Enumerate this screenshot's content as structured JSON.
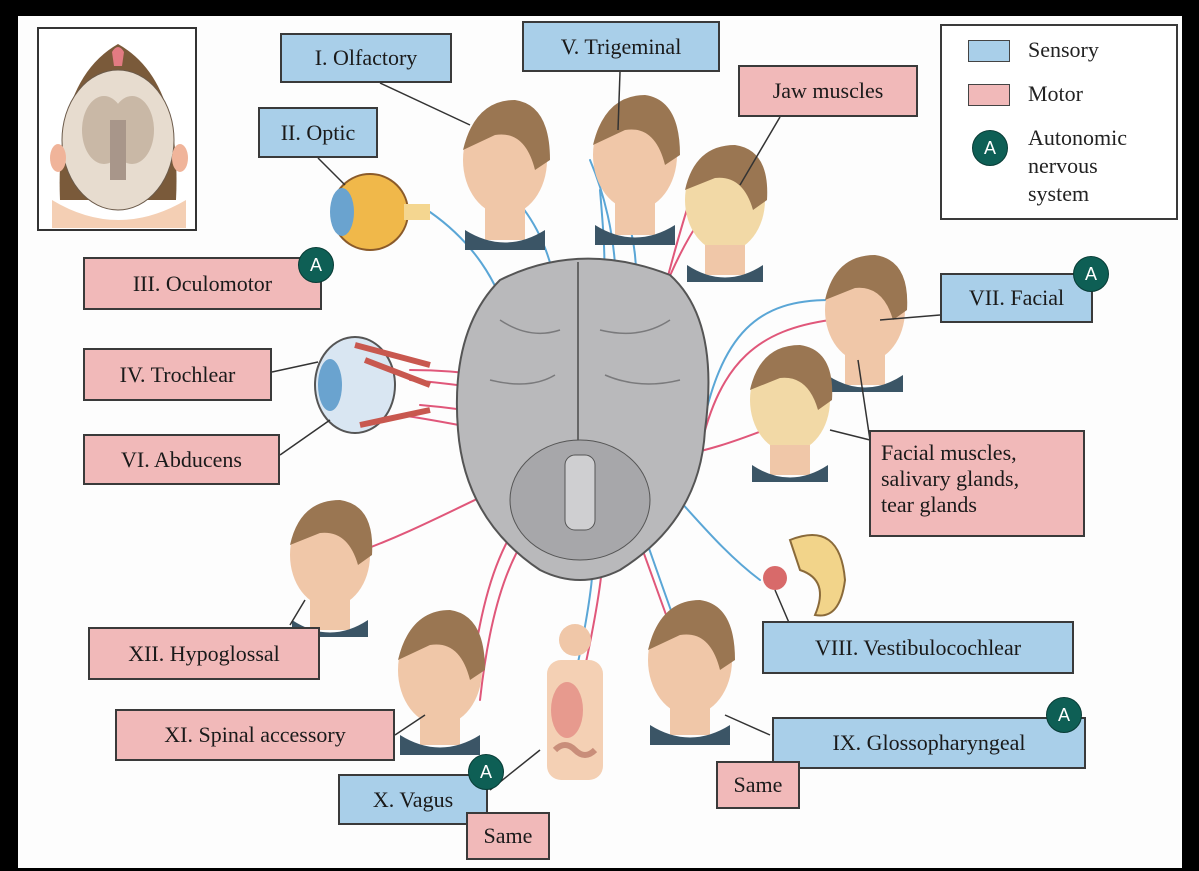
{
  "legend": {
    "sensory": "Sensory",
    "motor": "Motor",
    "autonomic_symbol": "A",
    "autonomic": "Autonomic\nnervous\nsystem"
  },
  "colors": {
    "sensory": "#a9cfe9",
    "motor": "#f1b9b9",
    "autonomic": "#0e5f55",
    "sensory_line": "#5aa6d6",
    "motor_line": "#e0577a"
  },
  "nerves": {
    "olfactory": "I. Olfactory",
    "optic": "II. Optic",
    "oculomotor": "III. Oculomotor",
    "trochlear": "IV. Trochlear",
    "trigeminal": "V. Trigeminal",
    "abducens": "VI. Abducens",
    "facial": "VII. Facial",
    "vestibulocochlear": "VIII. Vestibulocochlear",
    "glossopharyngeal": "IX. Glossopharyngeal",
    "vagus": "X. Vagus",
    "spinal_accessory": "XI. Spinal accessory",
    "hypoglossal": "XII. Hypoglossal"
  },
  "targets": {
    "jaw_muscles": "Jaw muscles",
    "facial_targets": "Facial muscles,\nsalivary glands,\ntear glands",
    "same_glosso": "Same",
    "same_vagus": "Same"
  }
}
